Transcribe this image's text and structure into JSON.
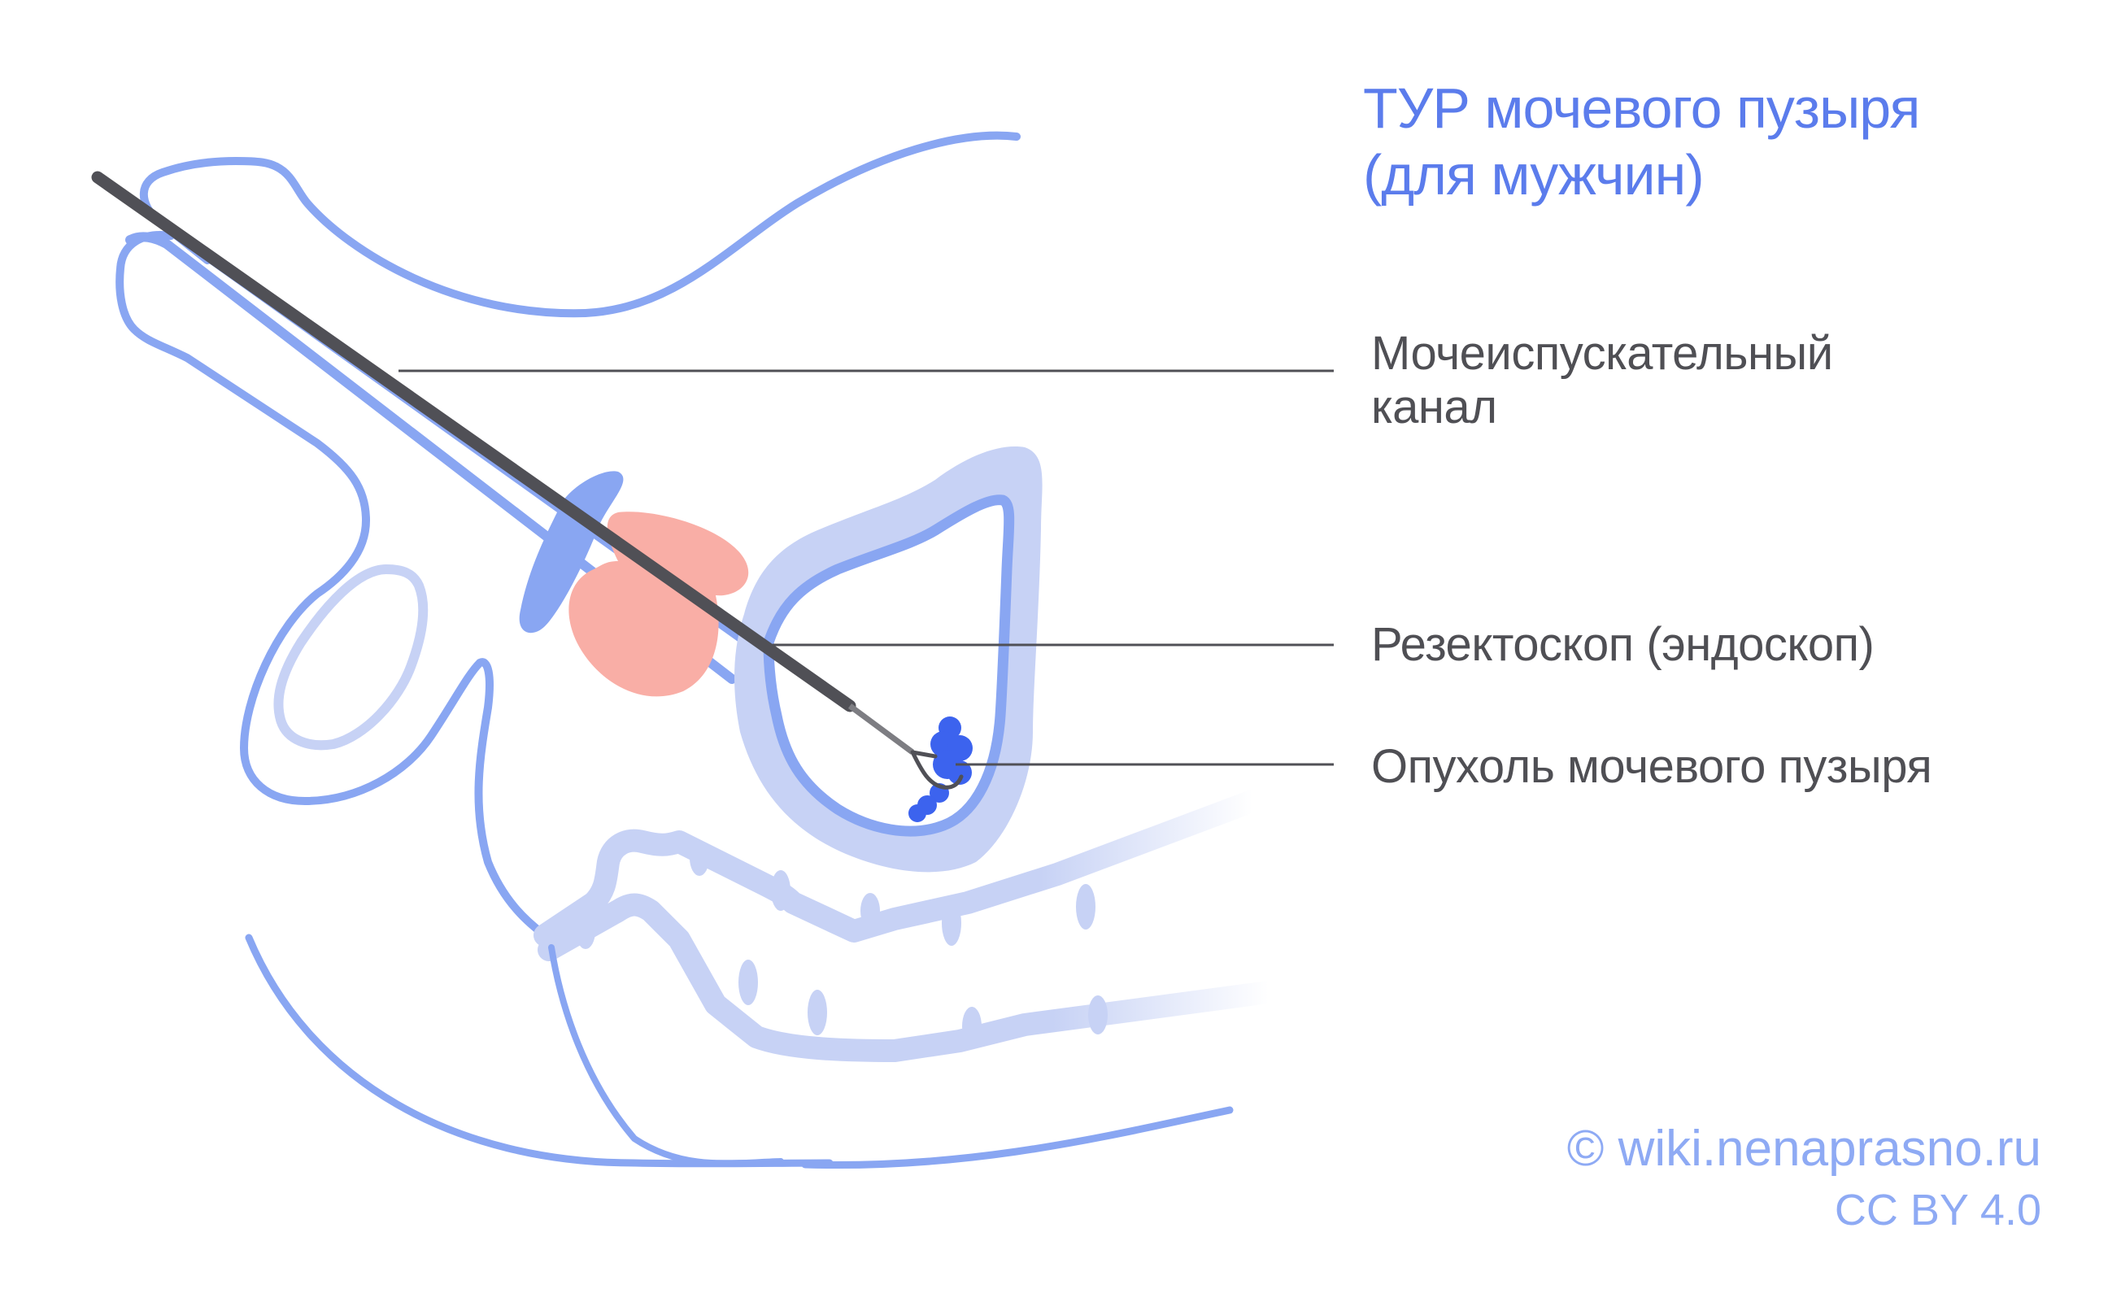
{
  "title": {
    "line1": "ТУР мочевого пузыря",
    "line2": "(для мужчин)"
  },
  "labels": [
    {
      "id": "urethra",
      "line1": "Мочеиспускательный",
      "line2": "канал"
    },
    {
      "id": "resectoscope",
      "line1": "Резектоскоп (эндоскоп)"
    },
    {
      "id": "bladder-tumor",
      "line1": "Опухоль мочевого пузыря"
    }
  ],
  "credit": {
    "site": "© wiki.nenaprasno.ru",
    "license": "CC BY 4.0"
  },
  "colors": {
    "title": "#5b7cec",
    "label_text": "#4f4f54",
    "outline_blue": "#89a6f2",
    "light_blue": "#c7d2f5",
    "prostate_pink": "#f9aea6",
    "tumor_blue": "#3c63ee",
    "scope_dark": "#505056",
    "scope_tip_gray": "#7d7d82",
    "credit": "#8eaaf4"
  }
}
